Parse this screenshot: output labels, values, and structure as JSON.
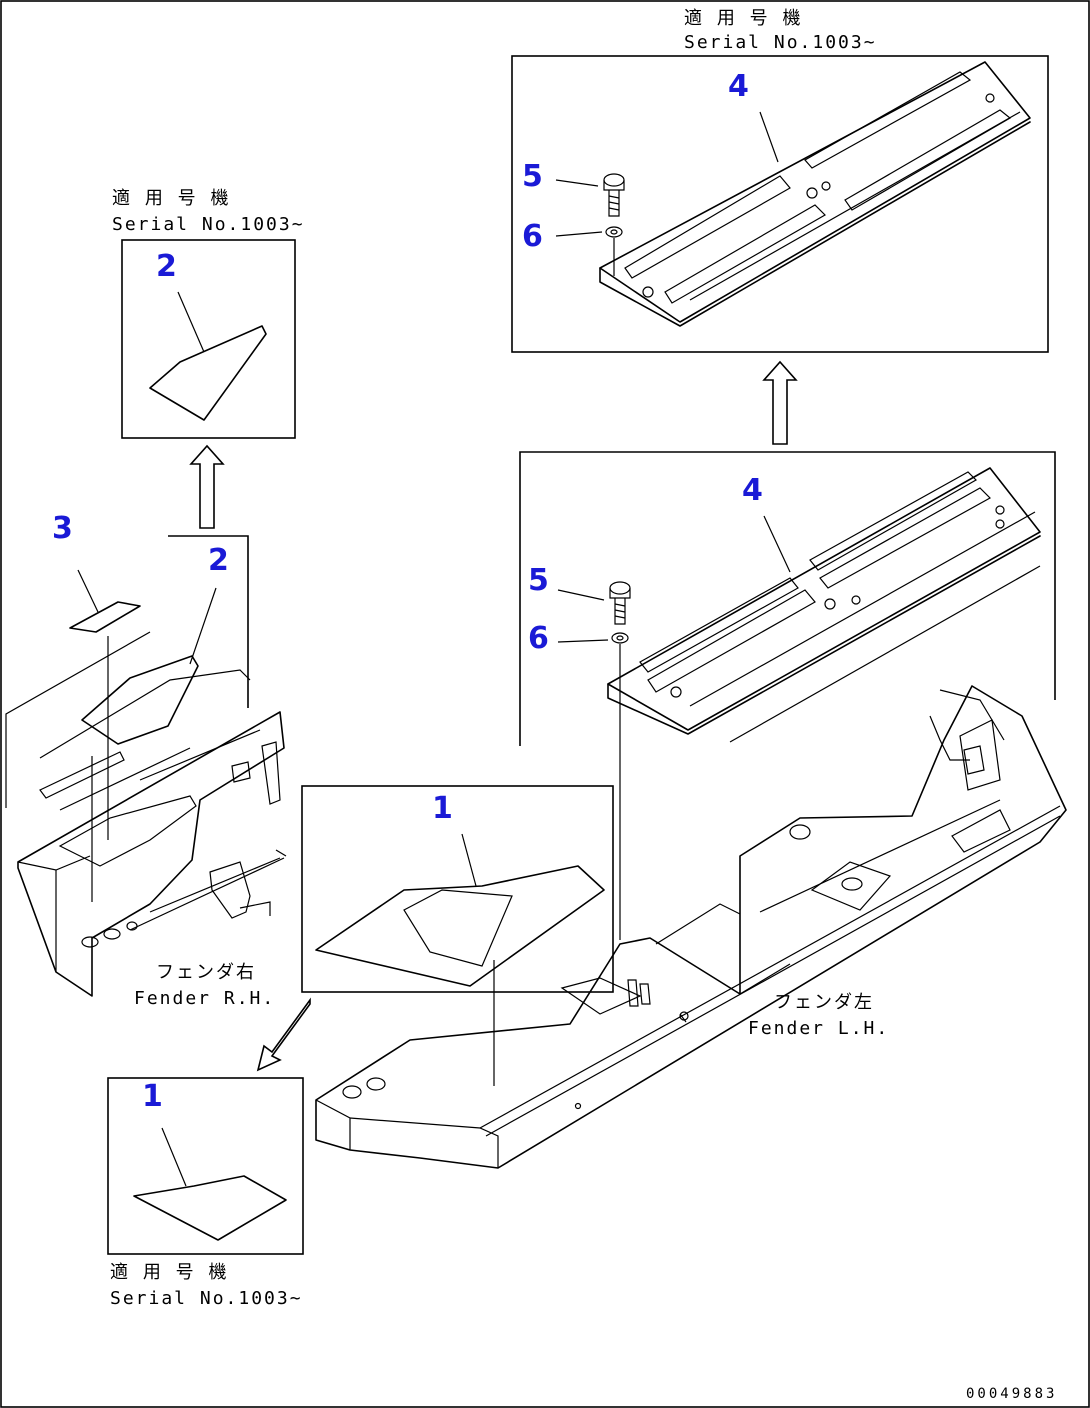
{
  "callouts": {
    "c1_box": "1",
    "c1_center": "1",
    "c2_box": "2",
    "c2_main": "2",
    "c3": "3",
    "c4_top": "4",
    "c4_mid": "4",
    "c5_top": "5",
    "c5_mid": "5",
    "c6_top": "6",
    "c6_mid": "6"
  },
  "notes": {
    "applicable_jp_top": "適 用 号 機",
    "serial_top": "Serial No.1003~",
    "applicable_jp_left": "適 用 号 機",
    "serial_left": "Serial No.1003~",
    "applicable_jp_bottom": "適 用 号 機",
    "serial_bottom": "Serial No.1003~"
  },
  "labels": {
    "fender_rh_jp": "フェンダ右",
    "fender_rh_en": "Fender R.H.",
    "fender_lh_jp": "フェンダ左",
    "fender_lh_en": "Fender L.H."
  },
  "drawing_code": "00049883"
}
